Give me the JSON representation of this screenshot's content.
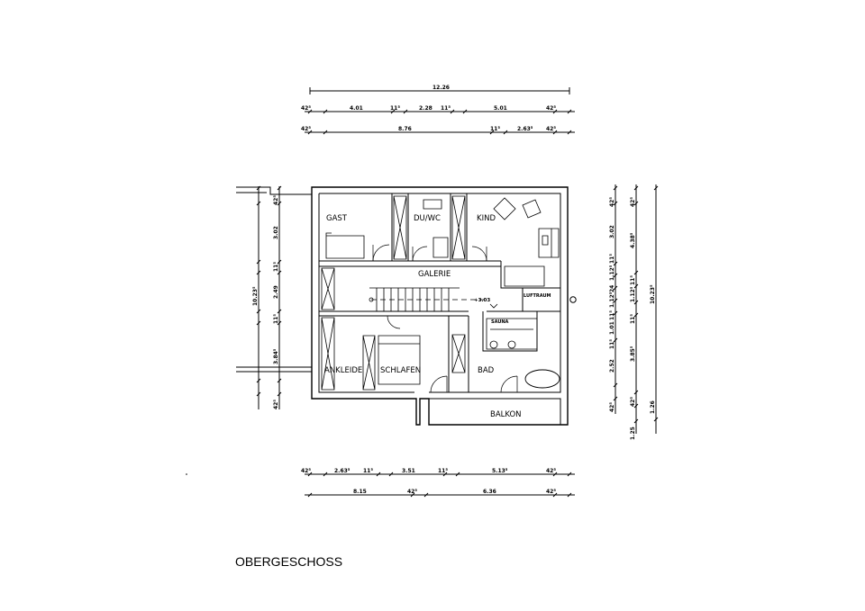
{
  "drawing": {
    "title": "OBERGESCHOSS",
    "rooms": {
      "gast": "GAST",
      "duwc": "DU/WC",
      "kind": "KIND",
      "galerie": "GALERIE",
      "luftraum": "LUFTRAUM",
      "sauna": "SAUNA",
      "ankleide": "ANKLEIDE",
      "schlafen": "SCHLAFEN",
      "bad": "BAD",
      "balkon": "BALKON"
    },
    "level": "+3.03",
    "dims_top": {
      "overall": "12.26",
      "row2": [
        "42⁵",
        "4.01",
        "11⁵",
        "2.28",
        "11⁵",
        "5.01",
        "42⁵"
      ],
      "row3": [
        "42⁵",
        "8.76",
        "11⁵",
        "2.63⁵",
        "42⁵"
      ]
    },
    "dims_bottom": {
      "row1": [
        "42⁵",
        "2.63⁵",
        "11⁵",
        "3.51",
        "11⁵",
        "5.13⁵",
        "42⁵"
      ],
      "row2": [
        "8.15",
        "42⁵",
        "6.36",
        "42⁵"
      ]
    },
    "dims_left": {
      "overall": "10.23⁵",
      "segments": [
        "42⁵",
        "3.02",
        "11⁵",
        "2.49",
        "11⁵",
        "3.84⁵",
        "42⁵"
      ]
    },
    "dims_right": {
      "col1": [
        "42⁵",
        "3.02",
        "11⁵",
        "1.12⁵",
        "24",
        "1.12⁵",
        "11⁵",
        "1.01",
        "11⁵",
        "2.52",
        "42⁵"
      ],
      "col2": [
        "42⁵",
        "4.38⁵",
        "11⁵",
        "1.12⁵",
        "11⁵",
        "3.85⁵",
        "42⁵",
        "1.25"
      ],
      "col3": [
        "10.23⁵",
        "1.26"
      ]
    }
  }
}
